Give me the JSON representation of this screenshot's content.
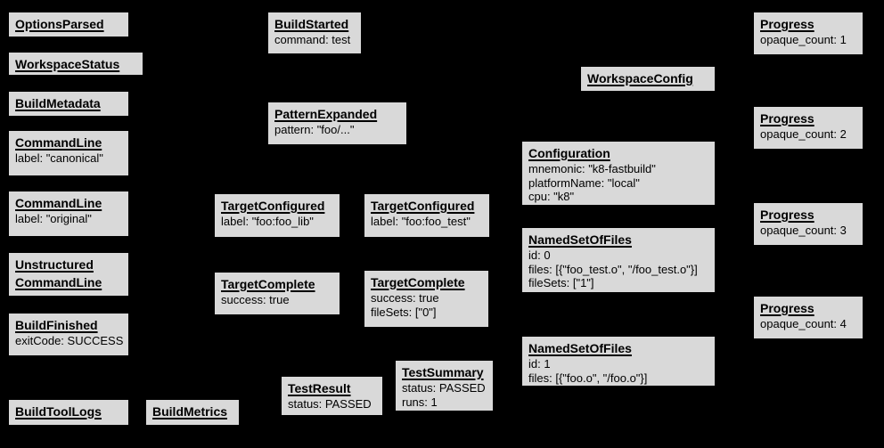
{
  "diagram": {
    "colors": {
      "background": "#000000",
      "node_fill": "#d9d9d9",
      "node_border": "#000000",
      "text": "#000000"
    },
    "nodes": {
      "options_parsed": {
        "title": "OptionsParsed"
      },
      "workspace_status": {
        "title": "WorkspaceStatus"
      },
      "build_metadata": {
        "title": "BuildMetadata"
      },
      "command_line_canonical": {
        "title": "CommandLine",
        "body": "label: \"canonical\""
      },
      "command_line_original": {
        "title": "CommandLine",
        "body": "label: \"original\""
      },
      "unstructured_command_line": {
        "title": "Unstructured\nCommandLine"
      },
      "build_finished": {
        "title": "BuildFinished",
        "body": "exitCode: SUCCESS"
      },
      "build_tool_logs": {
        "title": "BuildToolLogs"
      },
      "build_metrics": {
        "title": "BuildMetrics"
      },
      "build_started": {
        "title": "BuildStarted",
        "body": "command: test"
      },
      "pattern_expanded": {
        "title": "PatternExpanded",
        "body": "pattern: \"foo/...\""
      },
      "target_configured_foo_lib": {
        "title": "TargetConfigured",
        "body": "label: \"foo:foo_lib\""
      },
      "target_configured_foo_test": {
        "title": "TargetConfigured",
        "body": "label: \"foo:foo_test\""
      },
      "target_complete_foo_lib": {
        "title": "TargetComplete",
        "body": "success: true"
      },
      "target_complete_foo_test": {
        "title": "TargetComplete",
        "body": "success: true\nfileSets: [\"0\"]"
      },
      "test_result": {
        "title": "TestResult",
        "body": "status: PASSED"
      },
      "test_summary": {
        "title": "TestSummary",
        "body": "status: PASSED\nruns: 1"
      },
      "workspace_config": {
        "title": "WorkspaceConfig"
      },
      "configuration": {
        "title": "Configuration",
        "body": "mnemonic: \"k8-fastbuild\"\nplatformName: \"local\"\ncpu: \"k8\""
      },
      "named_set_of_files_0": {
        "title": "NamedSetOfFiles",
        "body": "id: 0\nfiles: [{\"foo_test.o\", \"/foo_test.o\"}]\nfileSets: [\"1\"]"
      },
      "named_set_of_files_1": {
        "title": "NamedSetOfFiles",
        "body": "id: 1\nfiles: [{\"foo.o\", \"/foo.o\"}]"
      },
      "progress_1": {
        "title": "Progress",
        "body": "opaque_count: 1"
      },
      "progress_2": {
        "title": "Progress",
        "body": "opaque_count: 2"
      },
      "progress_3": {
        "title": "Progress",
        "body": "opaque_count: 3"
      },
      "progress_4": {
        "title": "Progress",
        "body": "opaque_count: 4"
      }
    }
  }
}
